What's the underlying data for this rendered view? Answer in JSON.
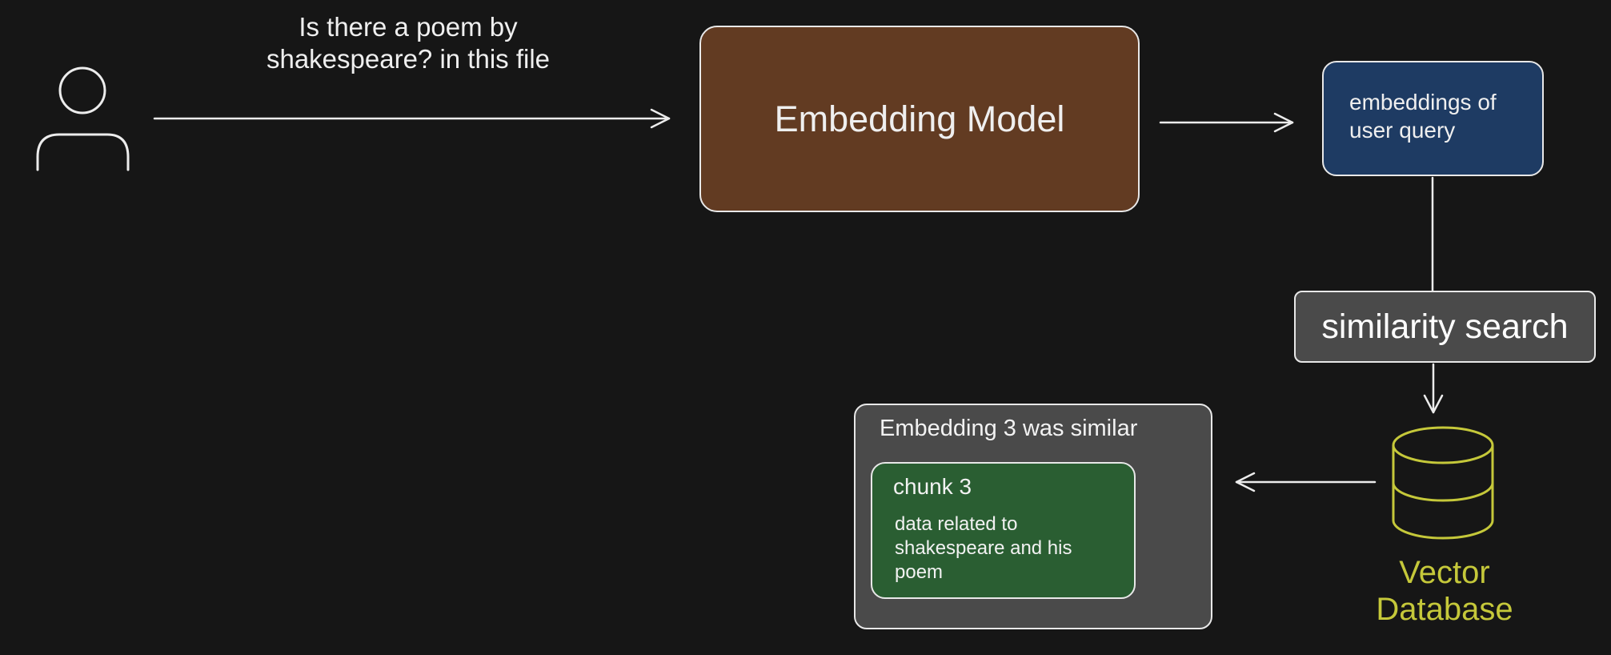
{
  "user_query": {
    "line1": "Is there a poem by",
    "line2": "shakespeare? in this file"
  },
  "embedding_model": {
    "label": "Embedding Model",
    "color": "#623b22"
  },
  "query_embeddings": {
    "line1": "embeddings of",
    "line2": "user query",
    "color": "#1e3b63"
  },
  "similarity_search": {
    "label": "similarity search",
    "color": "#4a4a4a"
  },
  "vector_database": {
    "line1": "Vector",
    "line2": "Database",
    "color": "#c5c83a"
  },
  "result": {
    "title": "Embedding 3 was similar",
    "chunk_title": "chunk 3",
    "chunk_line1": "data related to",
    "chunk_line2": "shakespeare and his",
    "chunk_line3": "poem",
    "chunk_color": "#2a5e32"
  },
  "icons": {
    "user": "user-icon",
    "database": "database-icon"
  }
}
